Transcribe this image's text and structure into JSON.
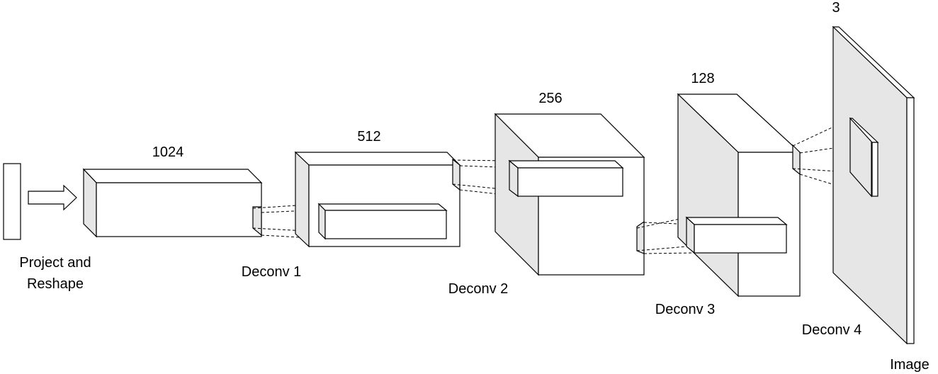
{
  "input": {
    "label_line1": "Project and",
    "label_line2": "Reshape"
  },
  "layers": [
    {
      "channels": "1024",
      "caption": "Deconv 1"
    },
    {
      "channels": "512",
      "caption": "Deconv 2"
    },
    {
      "channels": "256",
      "caption": "Deconv 3"
    },
    {
      "channels": "128",
      "caption": "Deconv 4"
    },
    {
      "channels": "3",
      "caption": "Image"
    }
  ],
  "colors": {
    "side_face": "#e6e6e6",
    "stroke": "#000000",
    "front_face": "#ffffff"
  }
}
